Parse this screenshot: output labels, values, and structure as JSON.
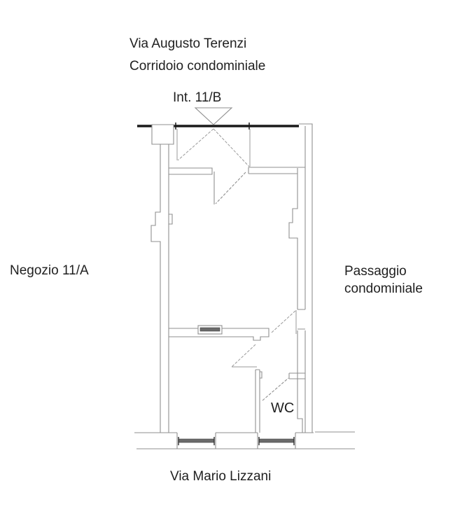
{
  "plan": {
    "labels": {
      "street_top": "Via Augusto Terenzi",
      "corridor": "Corridoio condominiale",
      "unit_entrance": "Int. 11/B",
      "adjacent_shop": "Negozio 11/A",
      "passage": "Passaggio condominiale",
      "wc_room": "WC",
      "street_bottom": "Via Mario Lizzani"
    },
    "colors": {
      "wall_line": "#8f8f8f",
      "shutter_line": "#1a1a1a",
      "sill_fill": "#6b6b6b",
      "sill_edge": "#3f3f3f",
      "text": "#1f1f1f",
      "background": "#ffffff"
    }
  }
}
